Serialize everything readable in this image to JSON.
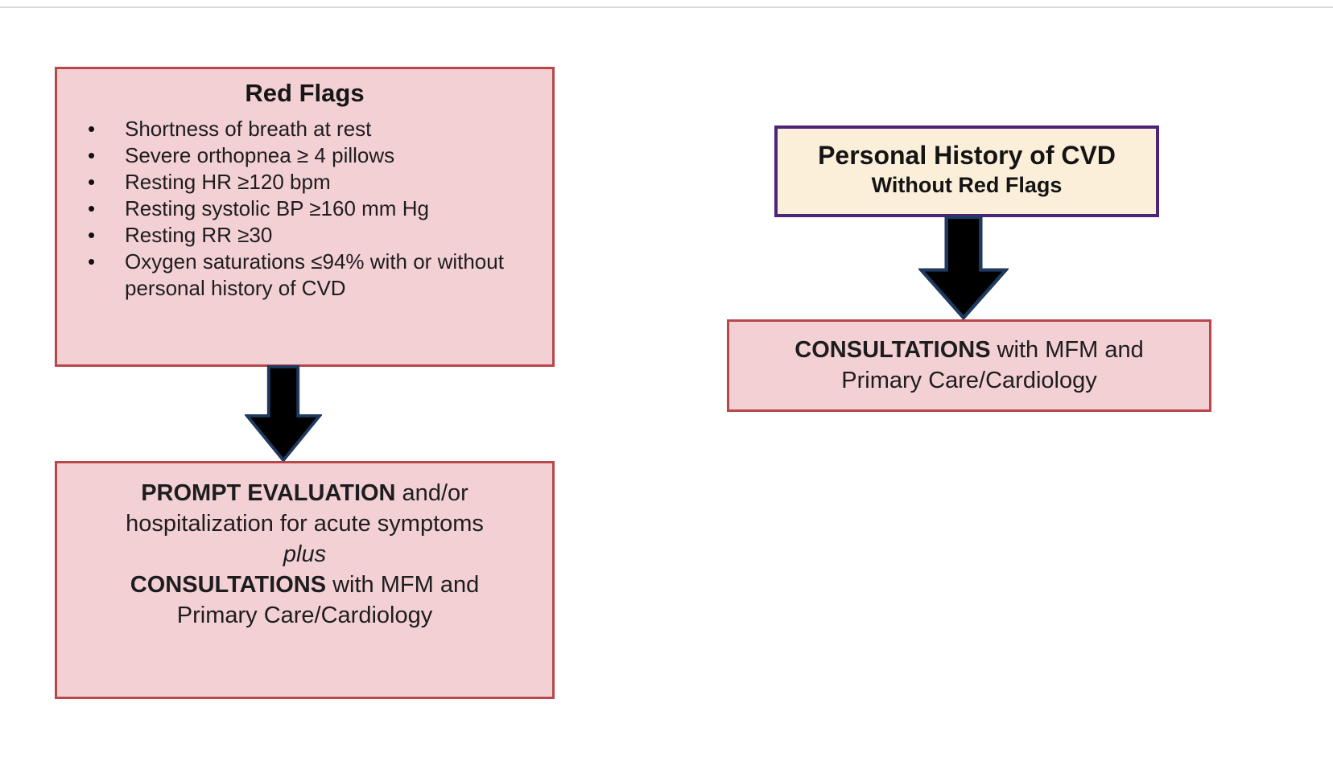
{
  "diagram": {
    "red_flags_box": {
      "title": "Red Flags",
      "items": [
        "Shortness of breath at rest",
        "Severe orthopnea ≥ 4 pillows",
        "Resting HR ≥120 bpm",
        "Resting systolic BP ≥160 mm Hg",
        "Resting RR ≥30",
        "Oxygen saturations ≤94% with or without personal history of CVD"
      ]
    },
    "prompt_box": {
      "l1_bold": "PROMPT EVALUATION",
      "l1_rest": " and/or",
      "l2": "hospitalization for acute symptoms",
      "l3_italic": "plus",
      "l4_bold": "CONSULTATIONS",
      "l4_rest": " with MFM and",
      "l5": "Primary Care/Cardiology"
    },
    "history_box": {
      "line1": "Personal History of CVD",
      "line2": "Without Red Flags"
    },
    "consult_box": {
      "l1_bold": "CONSULTATIONS",
      "l1_rest": " with MFM and",
      "l2": "Primary Care/Cardiology"
    },
    "colors": {
      "pink_fill": "#f3d0d3",
      "red_border": "#b8474b",
      "cream_fill": "#fcefda",
      "purple_border": "#4c2478",
      "arrow_fill": "#000000",
      "arrow_outline": "#1e3a5f"
    }
  }
}
